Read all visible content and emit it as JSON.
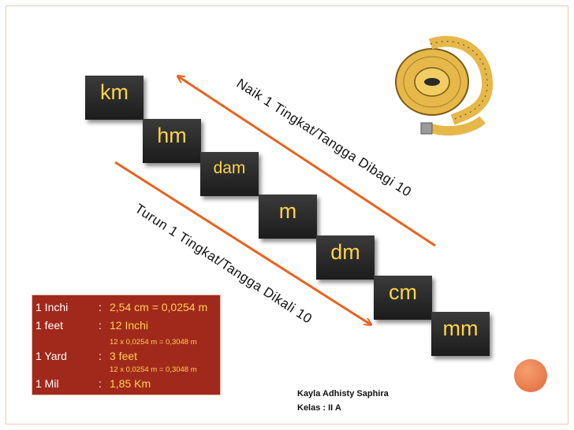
{
  "units": [
    "km",
    "hm",
    "dam",
    "m",
    "dm",
    "cm",
    "mm"
  ],
  "labels": {
    "up": "Naik 1 Tingkat/Tangga Dibagi 10",
    "down": "Turun 1 Tingkat/Tangga Dikali 10"
  },
  "conversions": [
    {
      "key": "1 Inchi",
      "colon": ":",
      "value": "2,54 cm = 0,0254 m"
    },
    {
      "key": "1 feet",
      "colon": ":",
      "value": "12 Inchi",
      "sub": "12 x 0,0254 m = 0,3048 m"
    },
    {
      "key": "1 Yard",
      "colon": ":",
      "value": "3 feet",
      "sub": "12 x 0,0254 m = 0,3048 m"
    },
    {
      "key": "1 Mil",
      "colon": ":",
      "value": "1,85 Km"
    }
  ],
  "author": {
    "name": "Kayla Adhisty Saphira",
    "class": "Kelas : II A"
  },
  "colors": {
    "step_bg": "#2a2a2a",
    "step_text": "#ffd24a",
    "arrow": "#e8631f",
    "box": "#a1291c"
  },
  "image": "tape-measure-icon"
}
